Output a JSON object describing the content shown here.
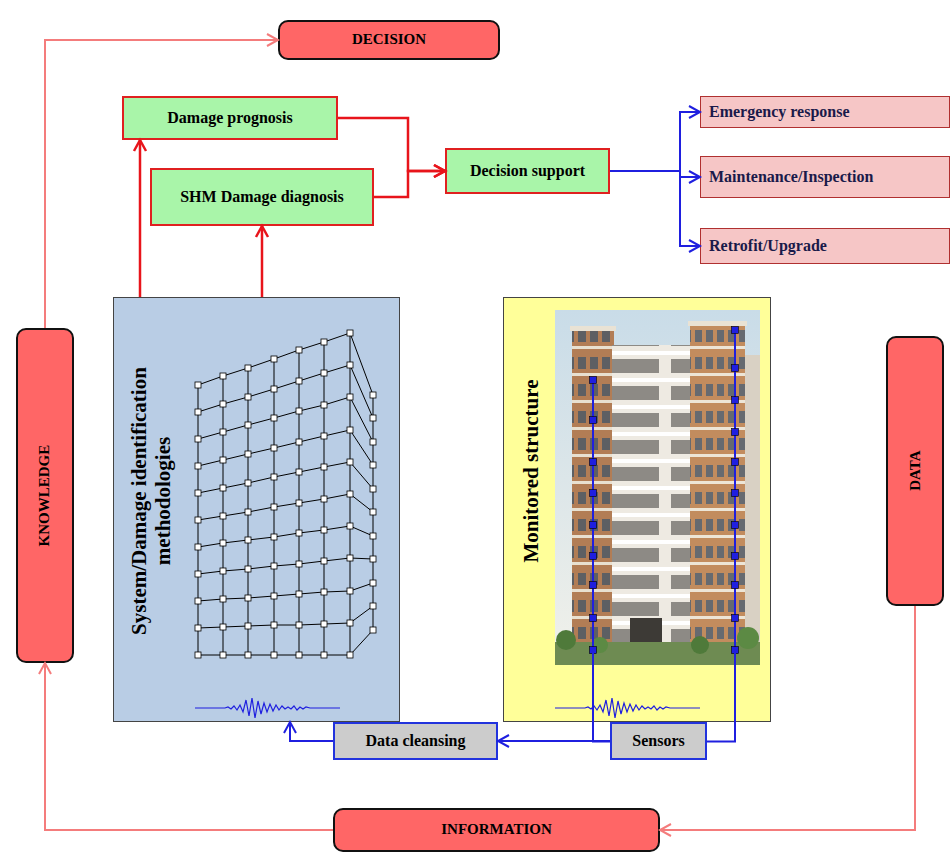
{
  "diagram": {
    "nodes": [
      {
        "text": [
          "DECISION"
        ]
      },
      {
        "text": [
          "Damage prognosis"
        ]
      },
      {
        "text": [
          "SHM Damage diagnosis"
        ]
      },
      {
        "text": [
          "Decision support"
        ]
      },
      {
        "text": [
          "Emergency response"
        ]
      },
      {
        "text": [
          "Maintenance/Inspection"
        ]
      },
      {
        "text": [
          "Retrofit/Upgrade"
        ]
      },
      {
        "text": [
          "KNOWLEDGE"
        ]
      },
      {
        "text": [
          "System/Damage identification methodologies"
        ]
      },
      {
        "text": [
          "Monitored structure"
        ]
      },
      {
        "text": [
          "DATA"
        ]
      },
      {
        "text": [
          "Data cleansing"
        ]
      },
      {
        "text": [
          "Sensors"
        ]
      },
      {
        "text": [
          "INFORMATION"
        ]
      }
    ],
    "edges": [
      {
        "from": 7,
        "to": 0,
        "arrow": "to"
      },
      {
        "from": 8,
        "to": 1,
        "arrow": "to"
      },
      {
        "from": 8,
        "to": 2,
        "arrow": "to"
      },
      {
        "from": 1,
        "to": 3,
        "arrow": "to"
      },
      {
        "from": 2,
        "to": 3,
        "arrow": "to"
      },
      {
        "from": 3,
        "to": 4,
        "arrow": "to"
      },
      {
        "from": 3,
        "to": 5,
        "arrow": "to"
      },
      {
        "from": 3,
        "to": 6,
        "arrow": "to"
      },
      {
        "from": 12,
        "to": 11,
        "arrow": "to"
      },
      {
        "from": 11,
        "to": 8,
        "arrow": "to"
      },
      {
        "from": 9,
        "to": 12,
        "arrow": "none"
      },
      {
        "from": 10,
        "to": 13,
        "arrow": "to"
      },
      {
        "from": 13,
        "to": 7,
        "arrow": "to"
      }
    ]
  }
}
